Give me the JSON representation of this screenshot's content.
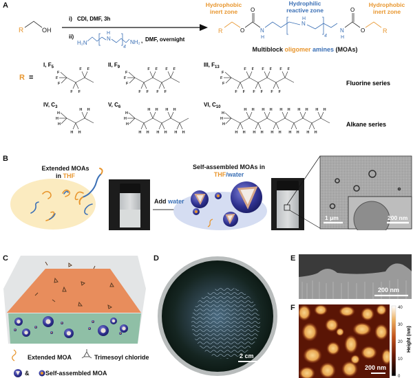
{
  "panels": {
    "A": {
      "label": "A",
      "reactant_R": "R",
      "reactant_OH": "OH",
      "step1_num": "i)",
      "step1": "CDI, DMF, 3h",
      "step2_num": "ii)",
      "step2_reagents": "DMF, overnight",
      "amine_left": "H₂N",
      "amine_right": "NH₂",
      "amine_nh": "H",
      "amine_n": "N",
      "repeat": "4",
      "zone_left": [
        "Hydrophobic",
        "inert zone"
      ],
      "zone_mid": [
        "Hydrophilic",
        "reactive zone"
      ],
      "zone_right": [
        "Hydrophobic",
        "inert zone"
      ],
      "product_R": "R",
      "product_O": "O",
      "product_N": "N",
      "product_H": "H",
      "product_name_parts": [
        "Multiblock ",
        "oligomer",
        " amines",
        " (MOAs)"
      ],
      "R_equals": [
        "R",
        "="
      ],
      "series": [
        {
          "roman": "I",
          "formula": "F",
          "sub": "5"
        },
        {
          "roman": "II",
          "formula": "F",
          "sub": "9"
        },
        {
          "roman": "III",
          "formula": "F",
          "sub": "13"
        },
        {
          "roman": "IV",
          "formula": "C",
          "sub": "3"
        },
        {
          "roman": "V",
          "formula": "C",
          "sub": "6"
        },
        {
          "roman": "VI",
          "formula": "C",
          "sub": "10"
        }
      ],
      "series_labels": [
        "Fluorine series",
        "Alkane series"
      ],
      "atom_F": "F",
      "atom_H": "H"
    },
    "B": {
      "label": "B",
      "left_caption": [
        "Extended MOAs",
        "in ",
        "THF"
      ],
      "arrow_label": [
        "Add ",
        "water"
      ],
      "right_caption": [
        "Self-assembled MOAs in",
        "THF",
        "/water"
      ],
      "scale_1": "1 μm",
      "scale_2": "200 nm"
    },
    "C": {
      "label": "C",
      "legend": [
        "Extended MOA",
        "Trimesoyl chloride",
        "&",
        "Self-assembled MOA"
      ]
    },
    "D": {
      "label": "D",
      "scale": "2 cm"
    },
    "E": {
      "label": "E",
      "scale": "200 nm"
    },
    "F": {
      "label": "F",
      "scale": "200 nm",
      "colorbar_label": "Height (nm)",
      "colorbar_ticks": [
        "40",
        "30",
        "20",
        "10",
        "0"
      ]
    }
  },
  "colors": {
    "orange": "#E8962E",
    "blue": "#3A6FB5",
    "membrane": "#E88D5C",
    "water": "#8FBFA6"
  }
}
